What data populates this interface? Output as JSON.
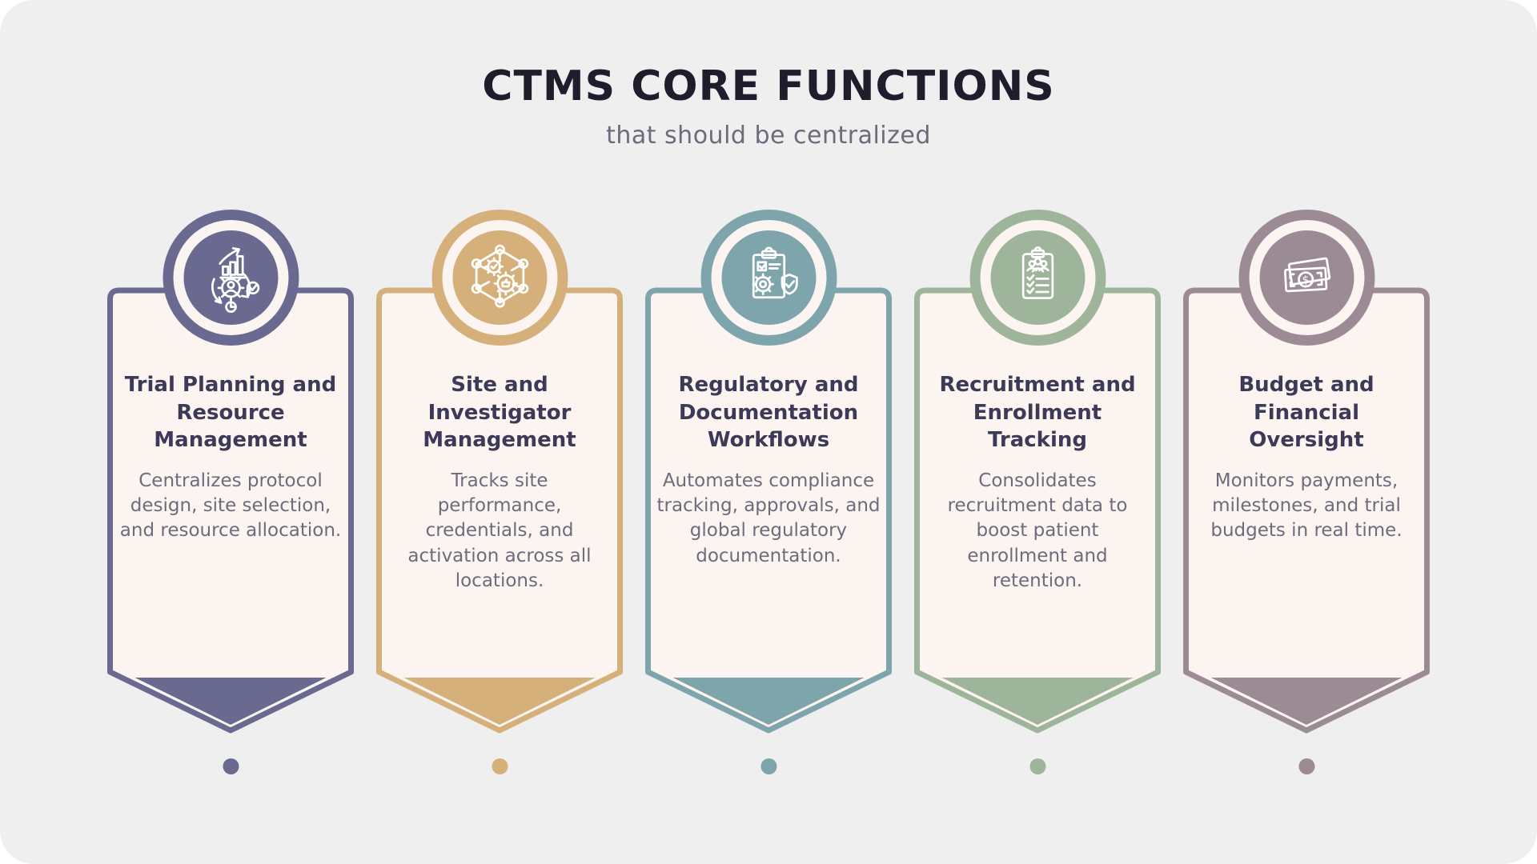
{
  "page": {
    "background_color": "#efefef",
    "card_fill_color": "#fbf4f1",
    "title_text_color": "#1f1d2b",
    "card_title_color": "#3c3a56",
    "card_body_color": "#6c6c7d"
  },
  "header": {
    "title": "CTMS CORE FUNCTIONS",
    "subtitle": "that should be centralized"
  },
  "cards": [
    {
      "id": "trial-planning",
      "color": "#6a6a91",
      "icon": "growth-gear-cycle-icon",
      "title": "Trial Planning and Resource Management",
      "description": "Centralizes protocol design, site selection, and resource allocation."
    },
    {
      "id": "site-investigator",
      "color": "#d6b07b",
      "icon": "network-gears-icon",
      "title": "Site and Investigator Management",
      "description": "Tracks site performance, credentials, and activation across all locations."
    },
    {
      "id": "regulatory-documentation",
      "color": "#7ea4ac",
      "icon": "clipboard-gear-shield-icon",
      "title": "Regulatory and Documentation Workflows",
      "description": "Automates compliance tracking, approvals, and global regulatory documentation."
    },
    {
      "id": "recruitment-enrollment",
      "color": "#9eb49b",
      "icon": "clipboard-people-checklist-icon",
      "title": "Recruitment and Enrollment Tracking",
      "description": "Consolidates recruitment data to boost patient enrollment and retention."
    },
    {
      "id": "budget-financial",
      "color": "#9c8b95",
      "icon": "banknotes-dollar-icon",
      "title": "Budget and Financial Oversight",
      "description": "Monitors payments, milestones, and trial budgets in real time."
    }
  ]
}
